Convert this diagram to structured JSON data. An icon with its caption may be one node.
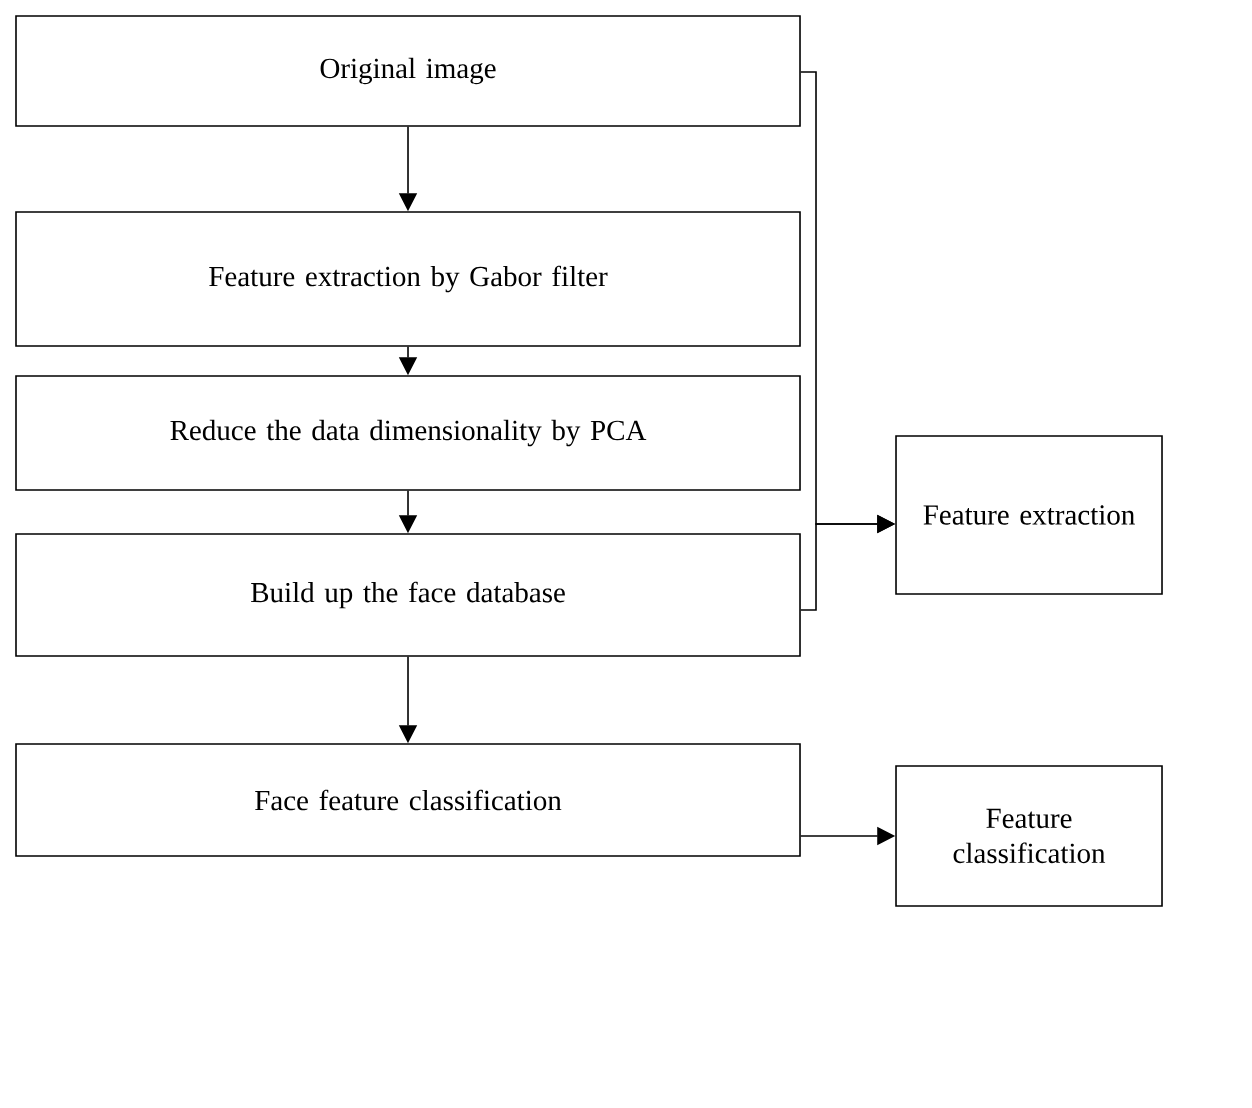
{
  "diagram": {
    "nodes": [
      {
        "text": [
          "Original image"
        ]
      },
      {
        "text": [
          "Feature extraction by Gabor filter"
        ]
      },
      {
        "text": [
          "Reduce the data dimensionality by PCA"
        ]
      },
      {
        "text": [
          "Build up the face database"
        ]
      },
      {
        "text": [
          "Face feature classification"
        ]
      },
      {
        "text": [
          "Feature extraction"
        ]
      },
      {
        "text": [
          "Feature classification"
        ]
      }
    ],
    "edges": [
      {
        "from": 0,
        "to": 1,
        "arrow": "to"
      },
      {
        "from": 1,
        "to": 2,
        "arrow": "to"
      },
      {
        "from": 2,
        "to": 3,
        "arrow": "to"
      },
      {
        "from": 3,
        "to": 4,
        "arrow": "to"
      },
      {
        "from": 4,
        "to": 6,
        "arrow": "to"
      },
      {
        "from": 0,
        "to": 5,
        "arrow": "to"
      },
      {
        "from": 3,
        "to": 5,
        "arrow": "to"
      }
    ]
  }
}
